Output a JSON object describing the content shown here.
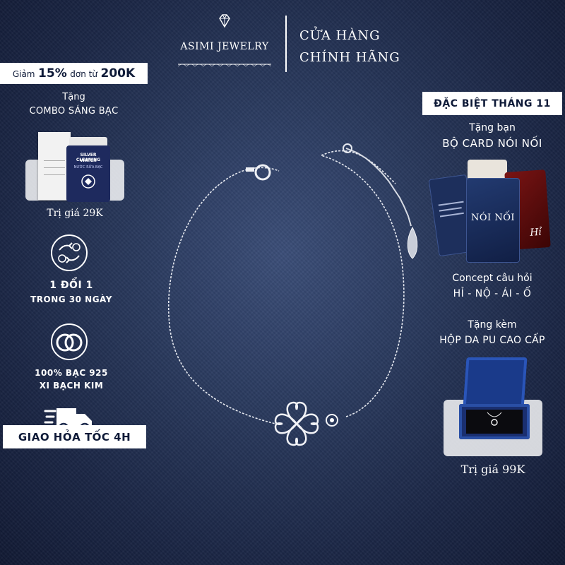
{
  "header": {
    "brand": "ASIMI JEWELRY",
    "store_line1": "CỬA HÀNG",
    "store_line2": "CHÍNH HÃNG"
  },
  "left_panel": {
    "promo_prefix": "Giảm",
    "promo_percent": "15%",
    "promo_mid": "đơn từ",
    "promo_amount": "200K",
    "gift_label": "Tặng",
    "gift_name": "COMBO SÁNG BẠC",
    "bottle_label_1": "SILVER CLEANING",
    "bottle_label_2": "WATER",
    "bottle_label_3": "NƯỚC RỬA BẠC",
    "gift_value": "Trị giá 29K",
    "exchange_line1": "1 ĐỔI 1",
    "exchange_line2": "TRONG 30 NGÀY",
    "material_line1": "100% BẠC 925",
    "material_line2": "XI BẠCH KIM",
    "delivery": "GIAO HỎA TỐC 4H"
  },
  "right_panel": {
    "special": "ĐẶC BIỆT THÁNG 11",
    "gift_label": "Tặng bạn",
    "gift_name": "BỘ CARD NÓI NỐI",
    "card_title": "NÓI NỐI",
    "card_side": "Hỉ",
    "concept_label": "Concept câu hỏi",
    "concept_values": "HỈ - NỘ - ÁI - Ố",
    "bonus_label": "Tặng kèm",
    "bonus_name": "HỘP DA PU CAO CẤP",
    "bonus_value": "Trị giá 99K"
  },
  "colors": {
    "background": "#1f2c4e",
    "banner": "#ffffff",
    "banner_text": "#0e1a38",
    "card_navy": "#1d2f5c",
    "card_red": "#7a1414",
    "box_blue": "#1a3a8a"
  },
  "icons": [
    "diamond-logo-icon",
    "exchange-hands-icon",
    "rings-icon",
    "fast-truck-icon"
  ]
}
